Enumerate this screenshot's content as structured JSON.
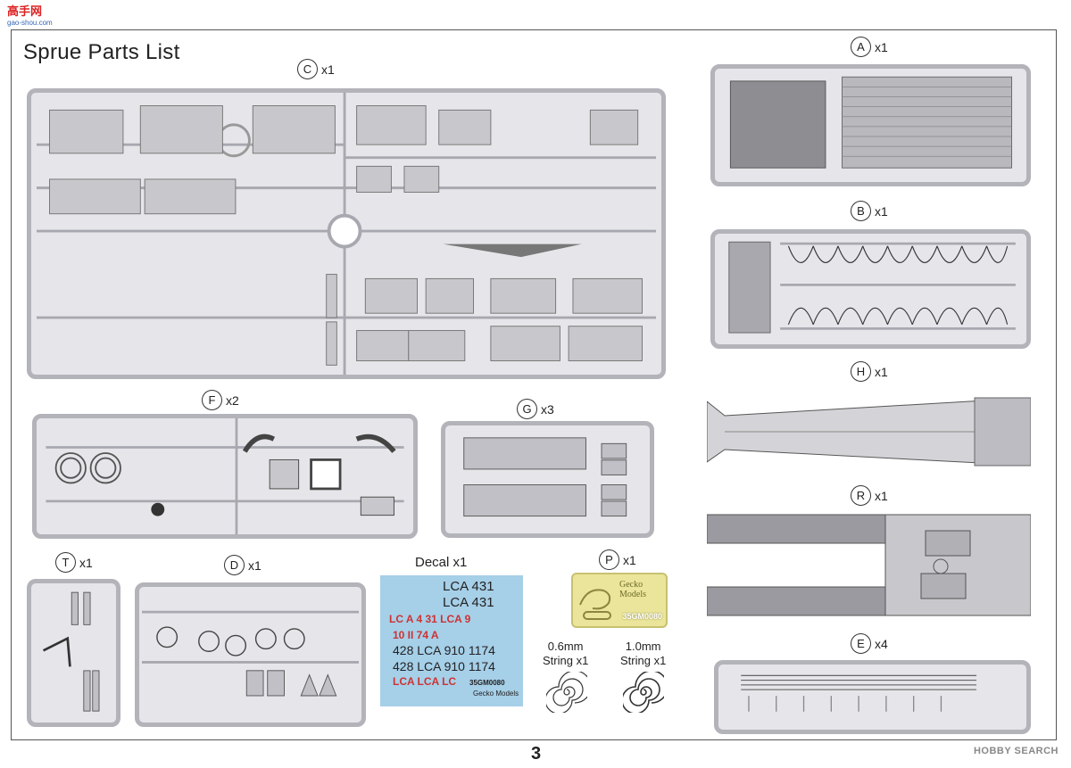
{
  "watermark": {
    "text": "高手网",
    "sub": "gao-shou.com"
  },
  "title": "Sprue Parts List",
  "sprues": {
    "C": {
      "letter": "C",
      "qty": "x1"
    },
    "A": {
      "letter": "A",
      "qty": "x1"
    },
    "B": {
      "letter": "B",
      "qty": "x1"
    },
    "H": {
      "letter": "H",
      "qty": "x1"
    },
    "R": {
      "letter": "R",
      "qty": "x1"
    },
    "E": {
      "letter": "E",
      "qty": "x4"
    },
    "F": {
      "letter": "F",
      "qty": "x2"
    },
    "G": {
      "letter": "G",
      "qty": "x3"
    },
    "T": {
      "letter": "T",
      "qty": "x1"
    },
    "D": {
      "letter": "D",
      "qty": "x1"
    },
    "P": {
      "letter": "P",
      "qty": "x1"
    }
  },
  "decal": {
    "title": "Decal  x1",
    "lines": [
      {
        "text": "LCA 431",
        "color": "#222"
      },
      {
        "text": "LCA 431",
        "color": "#222"
      },
      {
        "text": "LC A 4 31 LCA 9",
        "color": "#c33"
      },
      {
        "text": "10   II 74 A",
        "color": "#c33"
      },
      {
        "text": "428  LCA 910  1174",
        "color": "#222"
      },
      {
        "text": "428  LCA 910  1174",
        "color": "#222"
      },
      {
        "text": "LCA LCA LC",
        "color": "#c33"
      }
    ],
    "code": "35GM0080",
    "brand": "Gecko Models"
  },
  "photo_etch": {
    "code": "35GM0080",
    "brand": "Gecko Models"
  },
  "strings": [
    {
      "size": "0.6mm",
      "label": "String x1"
    },
    {
      "size": "1.0mm",
      "label": "String x1"
    }
  ],
  "page_number": "3",
  "credit": "HOBBY SEARCH"
}
